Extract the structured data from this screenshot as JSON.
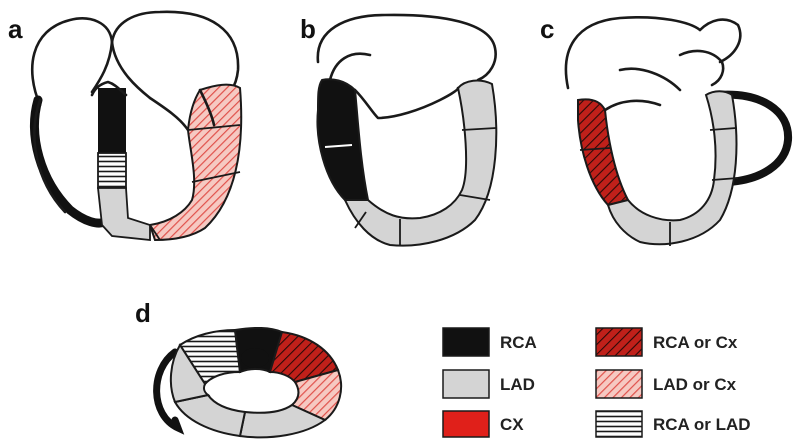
{
  "panels": {
    "a": "a",
    "b": "b",
    "c": "c",
    "d": "d"
  },
  "legend": {
    "items": [
      {
        "label": "RCA",
        "pattern": "solid-black"
      },
      {
        "label": "LAD",
        "pattern": "light-gray"
      },
      {
        "label": "CX",
        "pattern": "solid-red"
      },
      {
        "label": "RCA or Cx",
        "pattern": "red-hatch-dark"
      },
      {
        "label": "LAD or Cx",
        "pattern": "red-hatch-light"
      },
      {
        "label": "RCA or LAD",
        "pattern": "horizontal-lines"
      }
    ]
  },
  "colors": {
    "rca": "#111111",
    "lad": "#d4d4d4",
    "cx": "#e0201a",
    "outline": "#1a1a1a",
    "background": "#ffffff"
  }
}
